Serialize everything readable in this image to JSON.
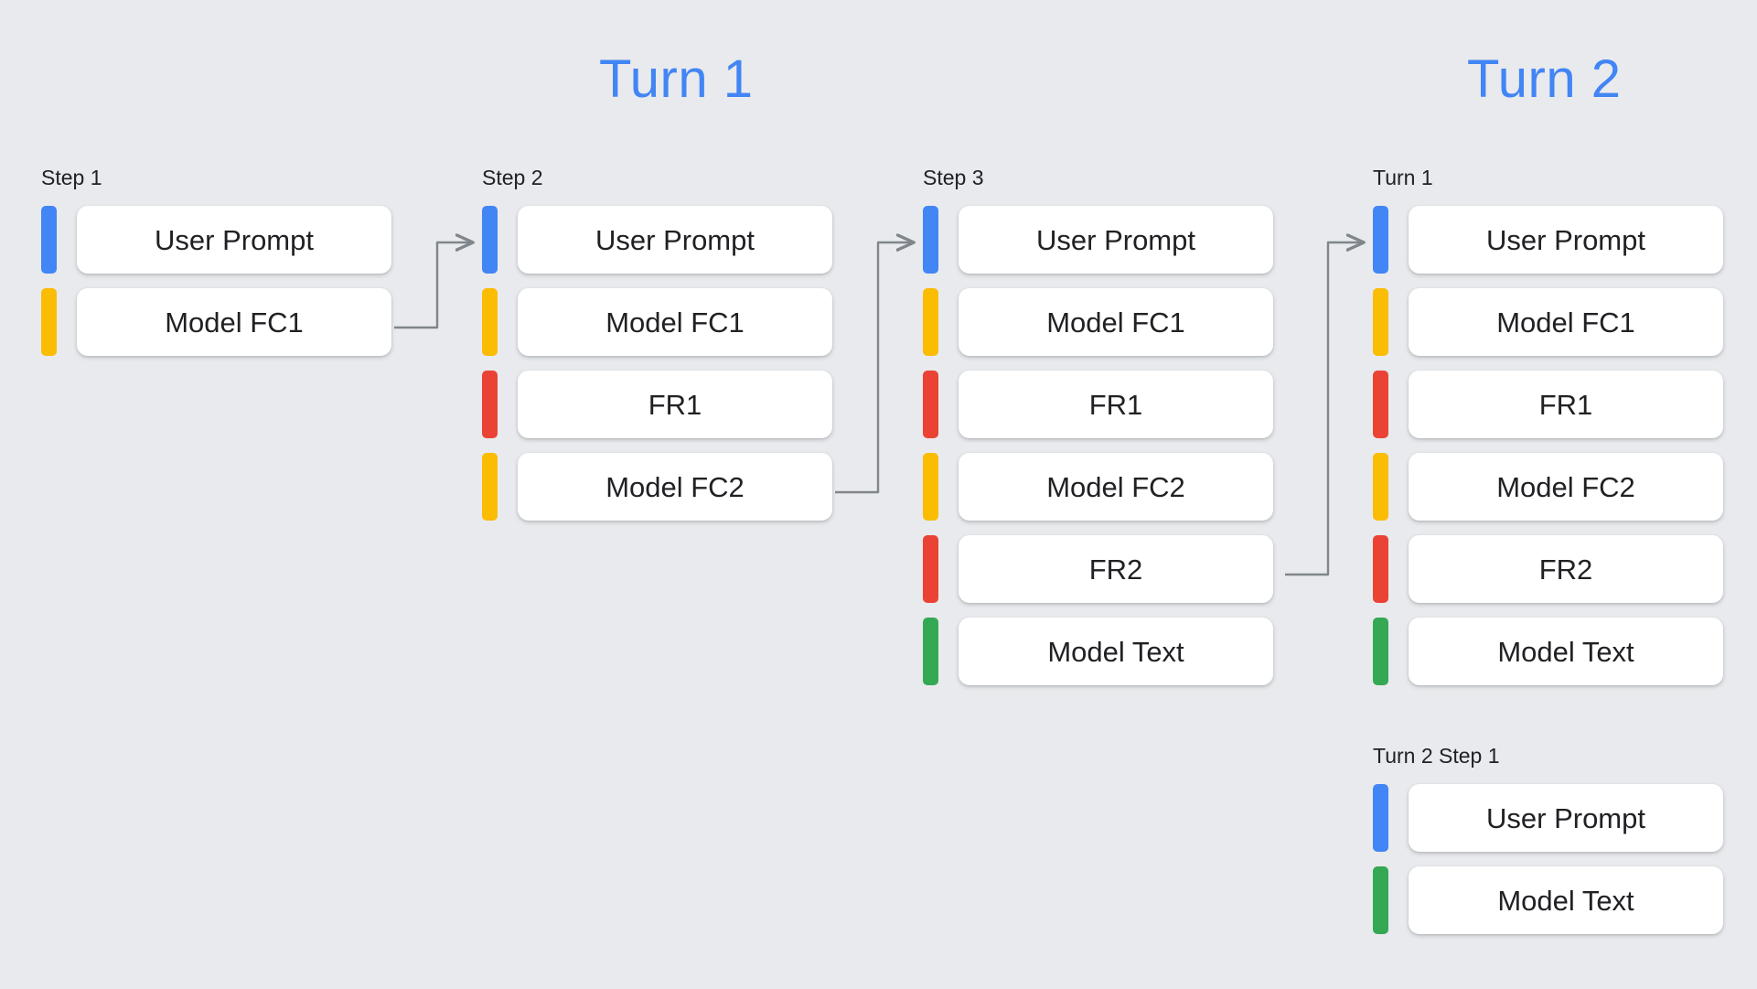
{
  "background_color": "#e8eaed",
  "palette": {
    "blue": "#4285f4",
    "yellow": "#fbbc04",
    "red": "#ea4335",
    "green": "#34a853",
    "card": "#ffffff",
    "text": "#202124",
    "connector": "#80868b"
  },
  "headings": [
    {
      "label": "Turn 1"
    },
    {
      "label": "Turn 2"
    }
  ],
  "columns": [
    {
      "label": "Step 1",
      "rows": [
        {
          "color": "blue",
          "label": "User Prompt"
        },
        {
          "color": "yellow",
          "label": "Model FC1"
        }
      ]
    },
    {
      "label": "Step 2",
      "rows": [
        {
          "color": "blue",
          "label": "User Prompt"
        },
        {
          "color": "yellow",
          "label": "Model FC1"
        },
        {
          "color": "red",
          "label": "FR1"
        },
        {
          "color": "yellow",
          "label": "Model FC2"
        }
      ]
    },
    {
      "label": "Step 3",
      "rows": [
        {
          "color": "blue",
          "label": "User Prompt"
        },
        {
          "color": "yellow",
          "label": "Model FC1"
        },
        {
          "color": "red",
          "label": "FR1"
        },
        {
          "color": "yellow",
          "label": "Model FC2"
        },
        {
          "color": "red",
          "label": "FR2"
        },
        {
          "color": "green",
          "label": "Model Text"
        }
      ]
    },
    {
      "label": "Turn 1",
      "rows": [
        {
          "color": "blue",
          "label": "User Prompt"
        },
        {
          "color": "yellow",
          "label": "Model FC1"
        },
        {
          "color": "red",
          "label": "FR1"
        },
        {
          "color": "yellow",
          "label": "Model FC2"
        },
        {
          "color": "red",
          "label": "FR2"
        },
        {
          "color": "green",
          "label": "Model Text"
        }
      ]
    },
    {
      "label": "Turn 2 Step 1",
      "rows": [
        {
          "color": "blue",
          "label": "User Prompt"
        },
        {
          "color": "green",
          "label": "Model Text"
        }
      ]
    }
  ],
  "connectors": [
    {
      "name": "step1-to-step2"
    },
    {
      "name": "step2-to-step3"
    },
    {
      "name": "step3-to-turn1"
    }
  ]
}
